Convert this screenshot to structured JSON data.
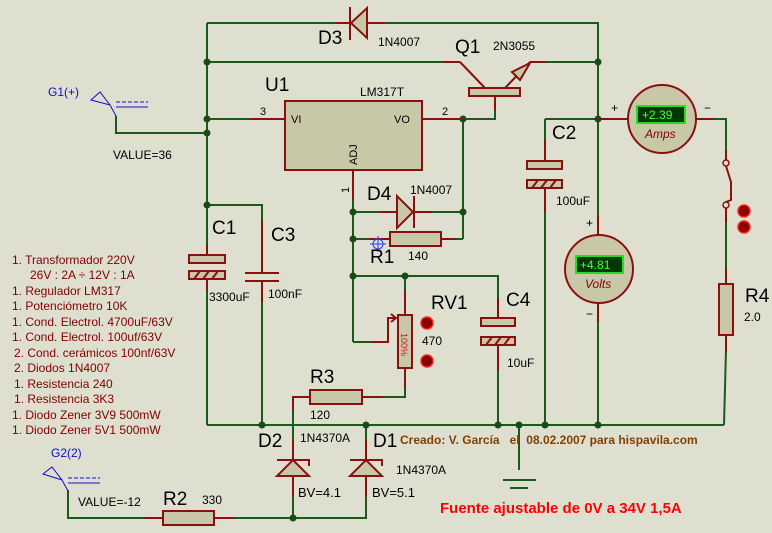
{
  "colors": {
    "background": "#dfdfd0",
    "wire": "#1a5a1a",
    "component": "#8a1010",
    "title": "#ff0000",
    "credit": "#804000",
    "generator": "#1010c0"
  },
  "components": {
    "D3": {
      "ref": "D3",
      "value": "1N4007"
    },
    "Q1": {
      "ref": "Q1",
      "value": "2N3055"
    },
    "U1": {
      "ref": "U1",
      "value": "LM317T",
      "pin_vi": "VI",
      "pin_vo": "VO",
      "pin_adj": "ADJ",
      "pin3": "3",
      "pin2": "2",
      "pin1": "1"
    },
    "D4": {
      "ref": "D4",
      "value": "1N4007"
    },
    "R1": {
      "ref": "R1",
      "value": "140"
    },
    "C1": {
      "ref": "C1",
      "value": "3300uF"
    },
    "C3": {
      "ref": "C3",
      "value": "100nF"
    },
    "C2": {
      "ref": "C2",
      "value": "100uF"
    },
    "C4": {
      "ref": "C4",
      "value": "10uF"
    },
    "RV1": {
      "ref": "RV1",
      "value": "470",
      "setting": "100%"
    },
    "R3": {
      "ref": "R3",
      "value": "120"
    },
    "D2": {
      "ref": "D2",
      "value": "1N4370A",
      "bv": "BV=4.1"
    },
    "D1": {
      "ref": "D1",
      "value": "1N4370A",
      "bv": "BV=5.1"
    },
    "R2": {
      "ref": "R2",
      "value": "330"
    },
    "R4": {
      "ref": "R4",
      "value": "2.0"
    },
    "G1": {
      "ref": "G1(+)",
      "value": "VALUE=36"
    },
    "G2": {
      "ref": "G2(2)",
      "value": "VALUE=-12"
    }
  },
  "meters": {
    "ammeter": {
      "reading": "+2.39",
      "unit": "Amps",
      "plus": "+",
      "minus": "−"
    },
    "voltmeter": {
      "reading": "+4.81",
      "unit": "Volts",
      "plus": "+",
      "minus": "−"
    }
  },
  "parts_list": [
    "1. Transformador 220V",
    "26V : 2A  ÷ 12V : 1A",
    "1. Regulador LM317",
    "1. Potenciómetro 10K",
    "1. Cond. Electrol. 4700uF/63V",
    "1. Cond. Electrol. 100uf/63V",
    "2. Cond. cerámicos 100nf/63V",
    "2. Diodos 1N4007",
    "1. Resistencia 240",
    "1. Resistencia 3K3",
    "1. Diodo Zener 3V9 500mW",
    "1. Diodo Zener 5V1 500mW"
  ],
  "credit": "Creado: V. García   el  08.02.2007 para hispavila.com",
  "title": "Fuente ajustable de 0V a 34V 1,5A"
}
